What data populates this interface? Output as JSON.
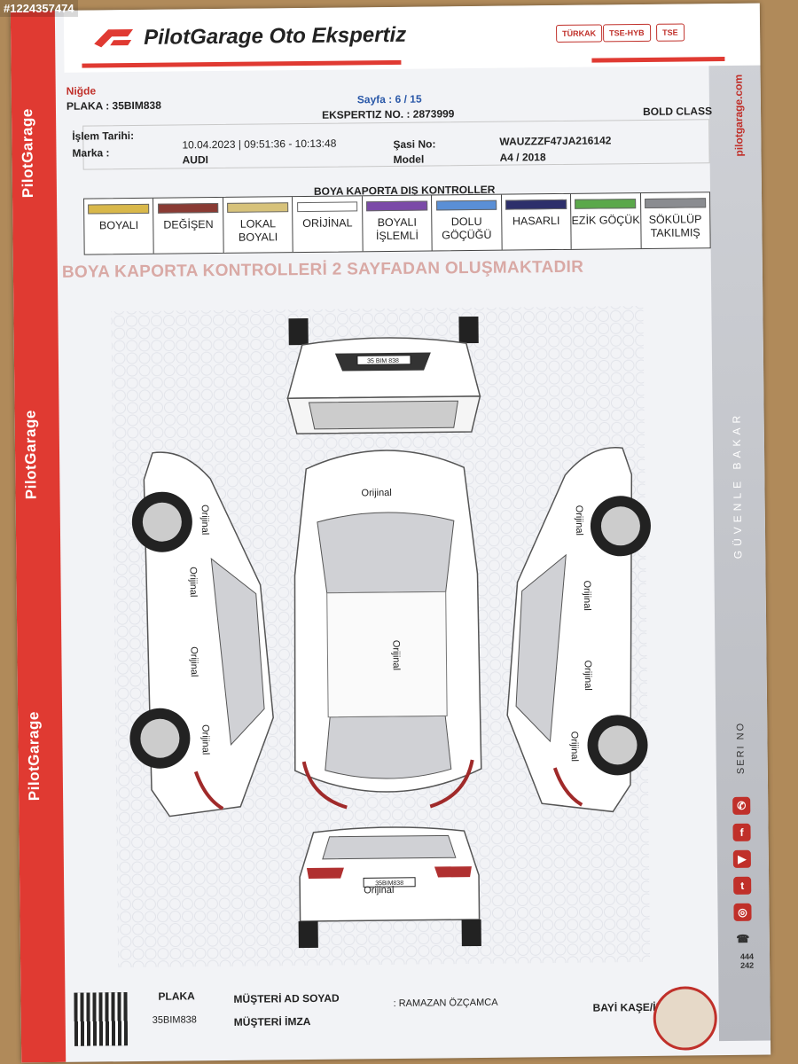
{
  "watermark": "#1224357474",
  "header": {
    "title": "PilotGarage Oto Ekspertiz",
    "certs": [
      "TÜRKAK",
      "TSE-HYB",
      "TSE"
    ]
  },
  "side": {
    "brand": "PilotGarage",
    "url": "pilotgarage.com",
    "slogan": "GÜVENLE BAKAR",
    "seri": "SERI NO"
  },
  "info": {
    "city": "Niğde",
    "plaka_label": "PLAKA : 35BIM838",
    "sayfa": "Sayfa : 6 / 15",
    "ekspertiz_no": "EKSPERTIZ NO. : 2873999",
    "package": "BOLD CLASS",
    "islem_tarihi_label": "İşlem Tarihi:",
    "islem_tarihi_value": "10.04.2023 | 09:51:36 - 10:13:48",
    "marka_label": "Marka :",
    "marka_value": "AUDI",
    "sasi_label": "Şasi No:",
    "sasi_value": "WAUZZZF47JA216142",
    "model_label": "Model",
    "model_value": "A4 / 2018"
  },
  "legend": {
    "title": "BOYA KAPORTA DIŞ KONTROLLER",
    "items": [
      {
        "label": "BOYALI",
        "color": "#d9b84a"
      },
      {
        "label": "DEĞİŞEN",
        "color": "#8a3b34"
      },
      {
        "label": "LOKAL BOYALI",
        "color": "#d7c27a"
      },
      {
        "label": "ORİJİNAL",
        "color": "#ffffff"
      },
      {
        "label": "BOYALI İŞLEMLİ",
        "color": "#7b4aa8"
      },
      {
        "label": "DOLU GÖÇÜĞÜ",
        "color": "#5a8fd6"
      },
      {
        "label": "HASARLI",
        "color": "#2d2f6b"
      },
      {
        "label": "EZİK GÖÇÜK",
        "color": "#5aa84a"
      },
      {
        "label": "SÖKÜLÜP TAKILMIŞ",
        "color": "#8a8c90"
      }
    ]
  },
  "banner": "BOYA KAPORTA KONTROLLERİ 2 SAYFADAN OLUŞMAKTADIR",
  "diagram": {
    "front_plate": "35 BIM 838",
    "rear_plate": "35BIM838",
    "labels": {
      "hood": "Orijinal",
      "roof": "Orijinal",
      "rear": "Orijinal",
      "left1": "Orijinal",
      "left2": "Orijinal",
      "left3": "Orijinal",
      "left4": "Orijinal",
      "right1": "Orijinal",
      "right2": "Orijinal",
      "right3": "Orijinal",
      "right4": "Orijinal"
    }
  },
  "footer": {
    "plaka_label": "PLAKA",
    "plaka_value": "35BIM838",
    "musteri_ad_label": "MÜŞTERİ AD SOYAD",
    "musteri_ad_value": ": RAMAZAN ÖZÇAMCA",
    "musteri_imza_label": "MÜŞTERİ İMZA",
    "bayi_label": "BAYİ KAŞE/İMZA",
    "phone_top": "444",
    "phone_bottom": "242"
  }
}
